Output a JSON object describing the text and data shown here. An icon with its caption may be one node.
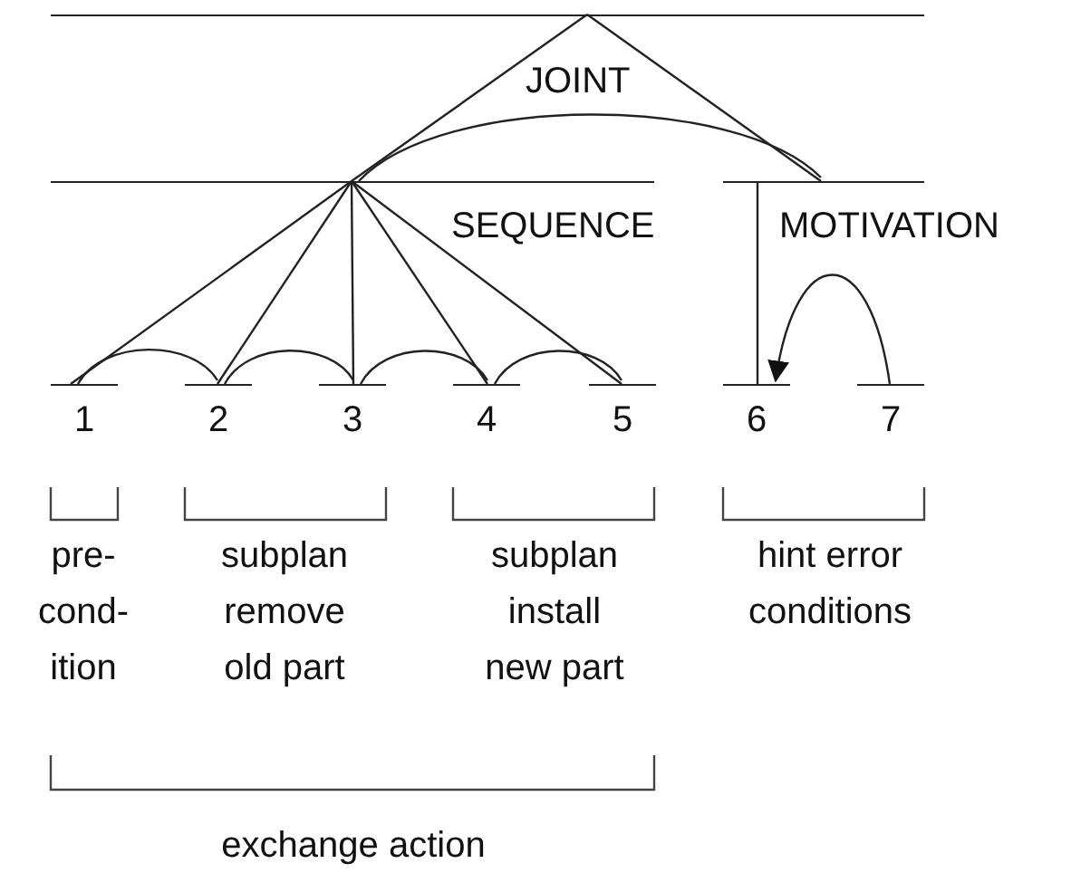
{
  "diagram": {
    "nodes": [
      {
        "text": [
          "JOINT"
        ]
      },
      {
        "text": [
          "SEQUENCE"
        ]
      },
      {
        "text": [
          "MOTIVATION"
        ]
      },
      {
        "text": [
          "1"
        ]
      },
      {
        "text": [
          "2"
        ]
      },
      {
        "text": [
          "3"
        ]
      },
      {
        "text": [
          "4"
        ]
      },
      {
        "text": [
          "5"
        ]
      },
      {
        "text": [
          "6"
        ]
      },
      {
        "text": [
          "7"
        ]
      }
    ],
    "edges": [
      {
        "from": 0,
        "to": 1,
        "arrow": "none"
      },
      {
        "from": 0,
        "to": 2,
        "arrow": "none"
      },
      {
        "from": 1,
        "to": 2,
        "arrow": "none"
      },
      {
        "from": 1,
        "to": 3,
        "arrow": "none"
      },
      {
        "from": 1,
        "to": 4,
        "arrow": "none"
      },
      {
        "from": 1,
        "to": 5,
        "arrow": "none"
      },
      {
        "from": 1,
        "to": 6,
        "arrow": "none"
      },
      {
        "from": 1,
        "to": 7,
        "arrow": "none"
      },
      {
        "from": 3,
        "to": 4,
        "arrow": "none"
      },
      {
        "from": 4,
        "to": 5,
        "arrow": "none"
      },
      {
        "from": 5,
        "to": 6,
        "arrow": "none"
      },
      {
        "from": 6,
        "to": 7,
        "arrow": "none"
      },
      {
        "from": 2,
        "to": 8,
        "arrow": "none"
      },
      {
        "from": 9,
        "to": 8,
        "arrow": "to"
      }
    ],
    "labels": [
      "pre- cond- ition",
      "subplan remove old part",
      "subplan install new part",
      "hint error conditions",
      "exchange action"
    ]
  }
}
